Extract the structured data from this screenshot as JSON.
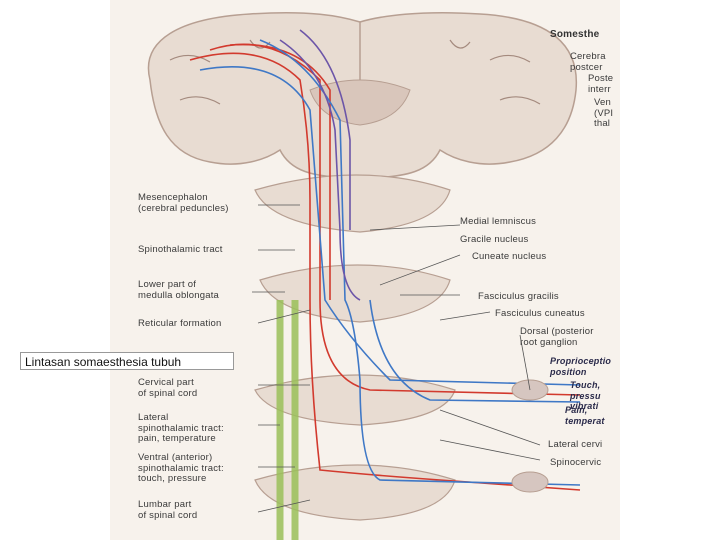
{
  "caption": "Lintasan somaesthesia tubuh",
  "header": "Somesthe",
  "labels_left": {
    "mesencephalon": "Mesencephalon\n(cerebral peduncles)",
    "spinothalamic": "Spinothalamic tract",
    "lower_medulla": "Lower part of\nmedulla oblongata",
    "reticular": "Reticular formation",
    "cervical": "Cervical part\nof spinal cord",
    "lateral_st": "Lateral\nspinothalamic tract:\npain, temperature",
    "ventral_st": "Ventral (anterior)\nspinothalamic tract:\ntouch, pressure",
    "lumbar": "Lumbar part\nof spinal cord"
  },
  "labels_right": {
    "cerebral": "Cerebra\npostcer",
    "posterior": "Poste\ninterr",
    "ventral": "Ven\n(VPI\nthal",
    "medial_lemniscus": "Medial lemniscus",
    "gracile_nucleus": "Gracile nucleus",
    "cuneate_nucleus": "Cuneate nucleus",
    "fasciculus_gracilis": "Fasciculus gracilis",
    "fasciculus_cuneatus": "Fasciculus cuneatus",
    "dorsal_root": "Dorsal (posterior\nroot ganglion",
    "proprioception": "Proprioceptio\nposition",
    "touch": "Touch,\npressu\nvibrati",
    "pain": "Pain,\ntemperat",
    "lateral_cervi": "Lateral cervi",
    "spinocervic": "Spinocervic"
  },
  "colors": {
    "tissue": "#e8dcd2",
    "tissue_dark": "#c9b4a8",
    "red_fiber": "#d23a2e",
    "blue_fiber": "#3f78c6",
    "purple_fiber": "#6c55a8",
    "green_tract": "#9bc05a"
  }
}
